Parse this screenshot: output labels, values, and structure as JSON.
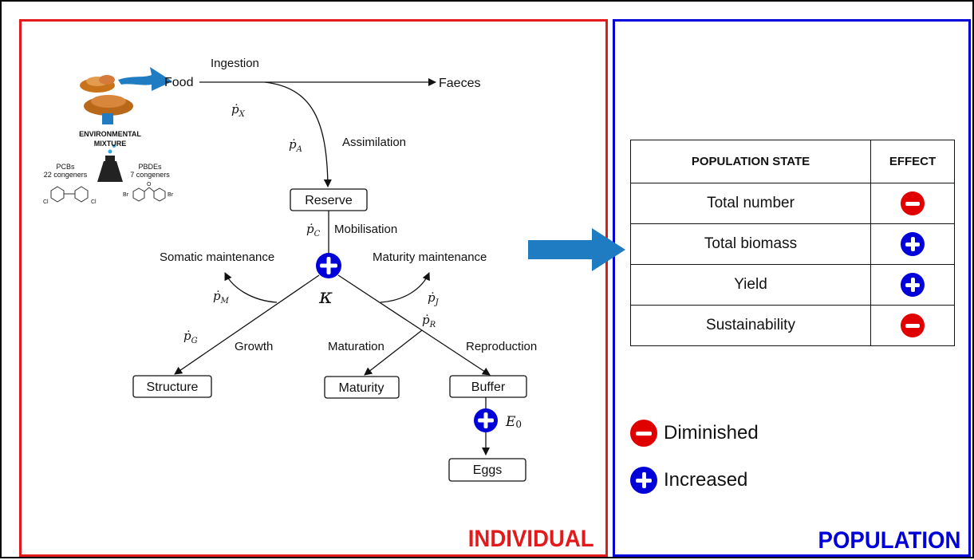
{
  "panels": {
    "individual_title": "INDIVIDUAL",
    "population_title": "POPULATION"
  },
  "mixture": {
    "heading_line1": "ENVIRONMENTAL",
    "heading_line2": "MIXTURE",
    "pcb_name": "PCBs",
    "pcb_count": "22 congeners",
    "pbde_name": "PBDEs",
    "pbde_count": "7 congeners",
    "pcb_sub_left": "Cl",
    "pcb_sub_right": "Cl",
    "pbde_sub_left": "Br",
    "pbde_sub_right": "Br",
    "pbde_bridge": "O"
  },
  "flow": {
    "food": "Food",
    "ingestion": "Ingestion",
    "faeces": "Faeces",
    "px": "ṗ",
    "px_sub": "X",
    "pa": "ṗ",
    "pa_sub": "A",
    "assimilation": "Assimilation",
    "reserve": "Reserve",
    "pc": "ṗ",
    "pc_sub": "C",
    "mobilisation": "Mobilisation",
    "somatic_maintenance": "Somatic maintenance",
    "maturity_maintenance": "Maturity maintenance",
    "pm": "ṗ",
    "pm_sub": "M",
    "kappa": "κ",
    "pj": "ṗ",
    "pj_sub": "J",
    "pr": "ṗ",
    "pr_sub": "R",
    "pg": "ṗ",
    "pg_sub": "G",
    "growth": "Growth",
    "maturation": "Maturation",
    "reproduction": "Reproduction",
    "structure": "Structure",
    "maturity": "Maturity",
    "buffer": "Buffer",
    "e0": "E",
    "e0_sub": "0",
    "eggs": "Eggs"
  },
  "table": {
    "col1_header": "POPULATION STATE",
    "col2_header": "EFFECT",
    "rows": [
      {
        "state": "Total number",
        "effect": "diminished"
      },
      {
        "state": "Total biomass",
        "effect": "increased"
      },
      {
        "state": "Yield",
        "effect": "increased"
      },
      {
        "state": "Sustainability",
        "effect": "diminished"
      }
    ]
  },
  "legend": {
    "diminished": "Diminished",
    "increased": "Increased"
  },
  "colors": {
    "individual_border": "#e31a1c",
    "population_border": "#0000d8",
    "diminished_badge": "#e00000",
    "increased_badge": "#0000d8",
    "arrow_blue": "#1f7bc2",
    "food_brown": "#c8731a"
  },
  "icons": {
    "plus": "plus-circle-icon",
    "minus": "minus-circle-icon",
    "flask": "flask-icon",
    "food": "food-pile-icon"
  }
}
